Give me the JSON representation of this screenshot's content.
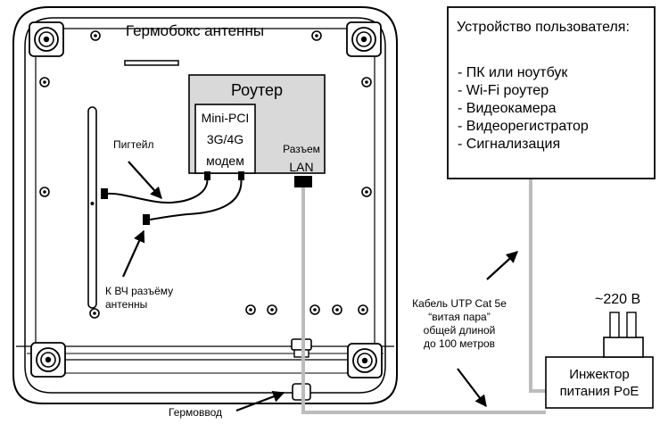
{
  "enclosure_title": "Гермобокс антенны",
  "router_title": "Роутер",
  "modem_label": [
    "Mini-PCI",
    "3G/4G",
    "модем"
  ],
  "lan_label": [
    "Разъем",
    "LAN"
  ],
  "pigtail_label": "Пигтейл",
  "rf_connector_label": [
    "К ВЧ разъёму",
    "антенны"
  ],
  "gland_label": "Гермоввод",
  "user_device": {
    "title": "Устройство пользователя:",
    "items": [
      "- ПК или ноутбук",
      "- Wi-Fi роутер",
      "- Видеокамера",
      "- Видеорегистратор",
      "- Сигнализация"
    ]
  },
  "cable_label": [
    "Кабель UTP Cat 5e",
    "“витая пара”",
    "общей длиной",
    "до 100 метров"
  ],
  "power_label": "~220 В",
  "injector_label": [
    "Инжектор",
    "питания PoE"
  ],
  "colors": {
    "line": "#000000",
    "cable": "#bcbcbc",
    "router_fill": "#d9d9d9",
    "background": "#ffffff"
  },
  "icons": [
    "screw-icon",
    "plug-icon",
    "arrow-icon",
    "connector-icon"
  ]
}
